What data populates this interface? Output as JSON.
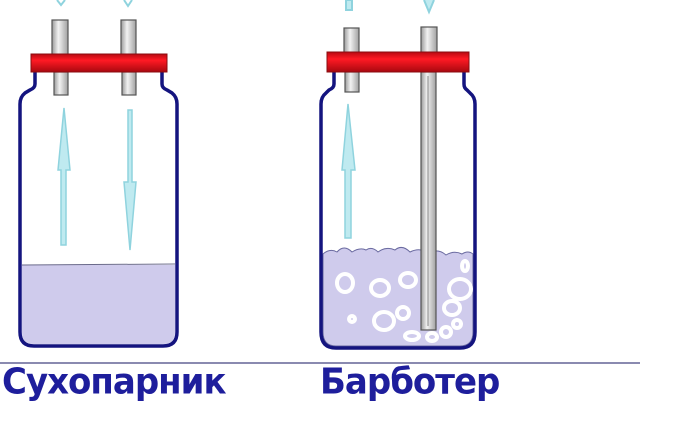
{
  "diagram": {
    "title": "",
    "colors": {
      "jar_outline": "#14147f",
      "lid": "#e8101c",
      "lid_border": "#8a0c10",
      "liquid": "#cfcbec",
      "tube": "#c9c9c9",
      "tube_border": "#555555",
      "arrow": "#9fdde6",
      "label": "#1e1e9c",
      "baseline": "#8a8ab0"
    },
    "jars": [
      {
        "id": "dry-steamer",
        "label": "Сухопарник",
        "tubes": 2,
        "liquid": "still",
        "arrows": [
          "up",
          "down"
        ]
      },
      {
        "id": "bubbler",
        "label": "Барботер",
        "tubes": 2,
        "liquid": "bubbling",
        "arrows": [
          "up",
          "down"
        ],
        "long_tube": true
      }
    ]
  }
}
